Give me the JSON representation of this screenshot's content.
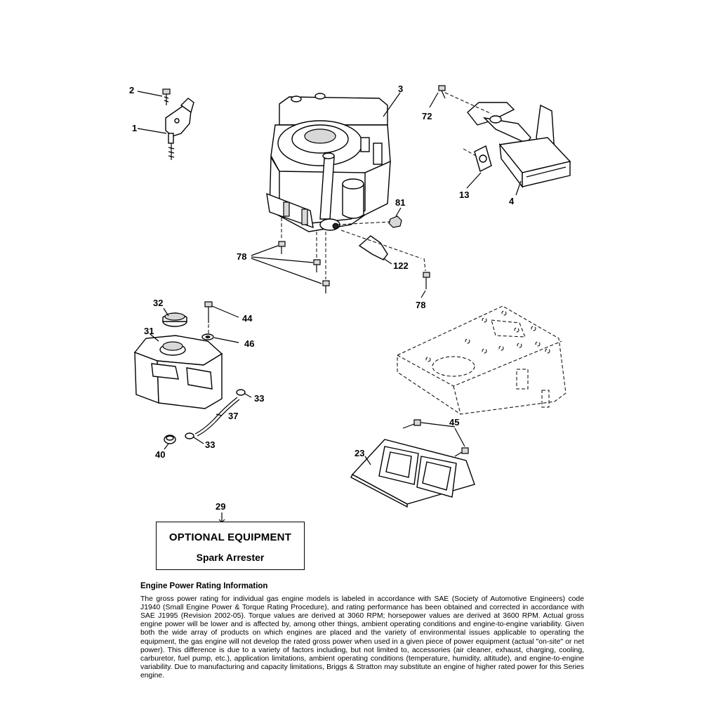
{
  "labels": {
    "p1": "1",
    "p2": "2",
    "p3": "3",
    "p4": "4",
    "p13": "13",
    "p72": "72",
    "p81": "81",
    "p122": "122",
    "p78a": "78",
    "p78b": "78",
    "p32": "32",
    "p31": "31",
    "p44": "44",
    "p46": "46",
    "p33a": "33",
    "p33b": "33",
    "p37": "37",
    "p40": "40",
    "p45": "45",
    "p23": "23",
    "p29": "29"
  },
  "optional_equipment": {
    "title": "OPTIONAL EQUIPMENT",
    "item": "Spark Arrester"
  },
  "rating_info": {
    "heading": "Engine Power Rating Information",
    "body": "The gross power rating for individual gas engine models is labeled in accordance with SAE (Society of Automotive Engineers) code J1940 (Small Engine Power & Torque Rating Procedure), and rating performance has been obtained and corrected in accordance with SAE J1995 (Revision 2002-05). Torque values are derived at 3060 RPM; horsepower values are derived at 3600 RPM. Actual gross engine power will be lower and is affected by, among other things, ambient operating conditions and engine-to-engine variability. Given both the wide array of products on which engines are placed and the variety of environmental issues applicable to operating the equipment, the gas engine will not develop the rated gross power when used in a given piece of power equipment (actual \"on-site\" or net power). This difference is due to a variety of factors including, but not limited to, accessories (air cleaner, exhaust, charging, cooling, carburetor, fuel pump, etc.), application limitations, ambient operating conditions (temperature, humidity, altitude), and engine-to-engine variability. Due to manufacturing and capacity limitations, Briggs & Stratton may substitute an engine of higher rated power for this Series engine."
  }
}
